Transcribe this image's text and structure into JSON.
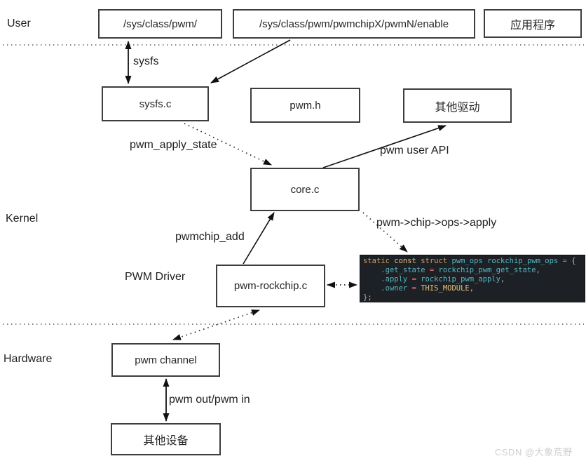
{
  "layers": {
    "user": "User",
    "kernel": "Kernel",
    "pwm_driver": "PWM Driver",
    "hardware": "Hardware"
  },
  "boxes": {
    "sys_class_pwm": "/sys/class/pwm/",
    "sys_enable": "/sys/class/pwm/pwmchipX/pwmN/enable",
    "app": "应用程序",
    "sysfs_c": "sysfs.c",
    "pwm_h": "pwm.h",
    "other_drivers": "其他驱动",
    "core_c": "core.c",
    "pwm_rockchip_c": "pwm-rockchip.c",
    "pwm_channel": "pwm channel",
    "other_devices": "其他设备"
  },
  "edge_labels": {
    "sysfs": "sysfs",
    "pwm_apply_state": "pwm_apply_state",
    "pwm_user_api": "pwm user API",
    "pwmchip_add": "pwmchip_add",
    "ops_apply": "pwm->chip->ops->apply",
    "pwm_out_in": "pwm out/pwm in"
  },
  "code_block": {
    "background": "#1d2125",
    "colors": {
      "keyword_orange": "#d19a66",
      "keyword_yellow": "#e5c07b",
      "identifier_cyan": "#56b6c2",
      "operator_red": "#e06c75",
      "plain": "#abb2bf"
    },
    "lines": [
      [
        {
          "t": "static",
          "c": "#d19a66"
        },
        {
          "t": " ",
          "c": "#abb2bf"
        },
        {
          "t": "const",
          "c": "#e5c07b"
        },
        {
          "t": " ",
          "c": "#abb2bf"
        },
        {
          "t": "struct",
          "c": "#d19a66"
        },
        {
          "t": " ",
          "c": "#abb2bf"
        },
        {
          "t": "pwm_ops",
          "c": "#56b6c2"
        },
        {
          "t": " ",
          "c": "#abb2bf"
        },
        {
          "t": "rockchip_pwm_ops",
          "c": "#56b6c2"
        },
        {
          "t": " ",
          "c": "#abb2bf"
        },
        {
          "t": "=",
          "c": "#e06c75"
        },
        {
          "t": " {",
          "c": "#abb2bf"
        }
      ],
      [
        {
          "t": "    ",
          "c": "#abb2bf"
        },
        {
          "t": ".get_state",
          "c": "#56b6c2"
        },
        {
          "t": " ",
          "c": "#abb2bf"
        },
        {
          "t": "=",
          "c": "#e06c75"
        },
        {
          "t": " ",
          "c": "#abb2bf"
        },
        {
          "t": "rockchip_pwm_get_state",
          "c": "#56b6c2"
        },
        {
          "t": ",",
          "c": "#abb2bf"
        }
      ],
      [
        {
          "t": "    ",
          "c": "#abb2bf"
        },
        {
          "t": ".apply",
          "c": "#56b6c2"
        },
        {
          "t": " ",
          "c": "#abb2bf"
        },
        {
          "t": "=",
          "c": "#e06c75"
        },
        {
          "t": " ",
          "c": "#abb2bf"
        },
        {
          "t": "rockchip_pwm_apply",
          "c": "#56b6c2"
        },
        {
          "t": ",",
          "c": "#abb2bf"
        }
      ],
      [
        {
          "t": "    ",
          "c": "#abb2bf"
        },
        {
          "t": ".owner",
          "c": "#56b6c2"
        },
        {
          "t": " ",
          "c": "#abb2bf"
        },
        {
          "t": "=",
          "c": "#e06c75"
        },
        {
          "t": " ",
          "c": "#abb2bf"
        },
        {
          "t": "THIS_MODULE",
          "c": "#e5c07b"
        },
        {
          "t": ",",
          "c": "#abb2bf"
        }
      ],
      [
        {
          "t": "};",
          "c": "#abb2bf"
        }
      ]
    ]
  },
  "watermark": "CSDN @大象荒野"
}
